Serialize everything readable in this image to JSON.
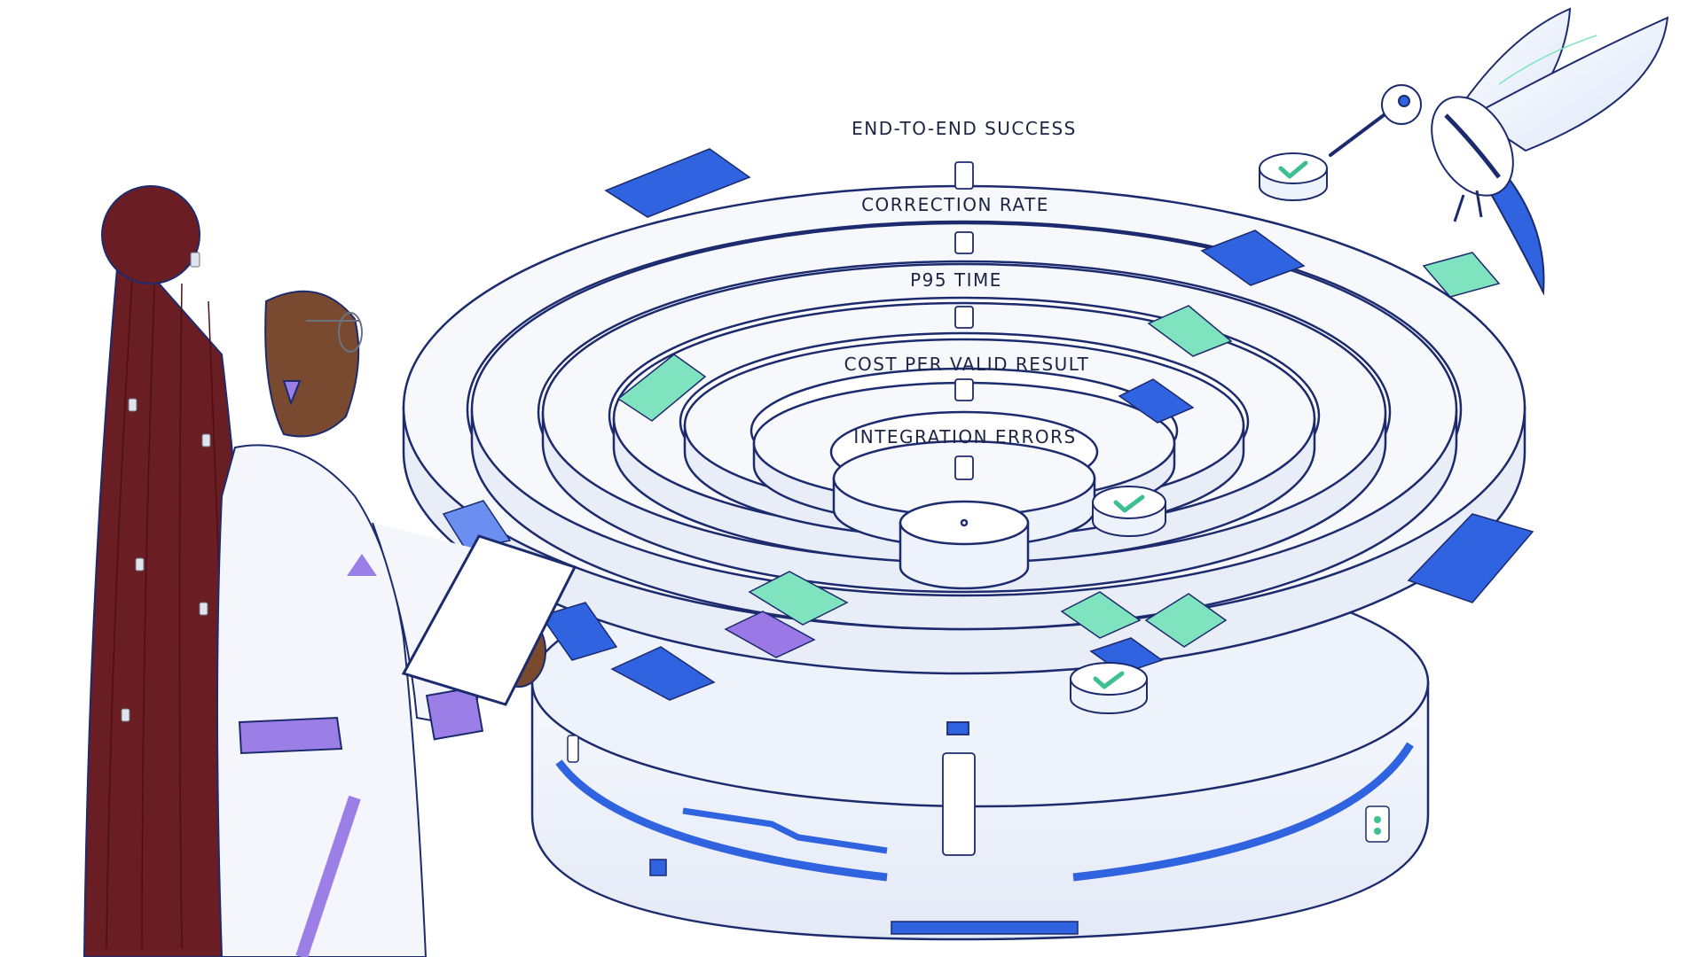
{
  "rings": {
    "r1": "END-TO-END SUCCESS",
    "r2": "CORRECTION RATE",
    "r3": "P95 TIME",
    "r4": "COST PER VALID RESULT",
    "r5": "INTEGRATION ERRORS"
  },
  "colors": {
    "outline": "#1c2a6e",
    "blue_tile": "#2f63e0",
    "green_tile": "#7ee3be",
    "purple_tile": "#9a78e6",
    "surface": "#f4f6fb",
    "hair": "#6a1e24",
    "skin": "#7a4a30",
    "coat_accent": "#9b7fe6"
  },
  "icons": [
    "check-icon",
    "recycle-icon"
  ]
}
